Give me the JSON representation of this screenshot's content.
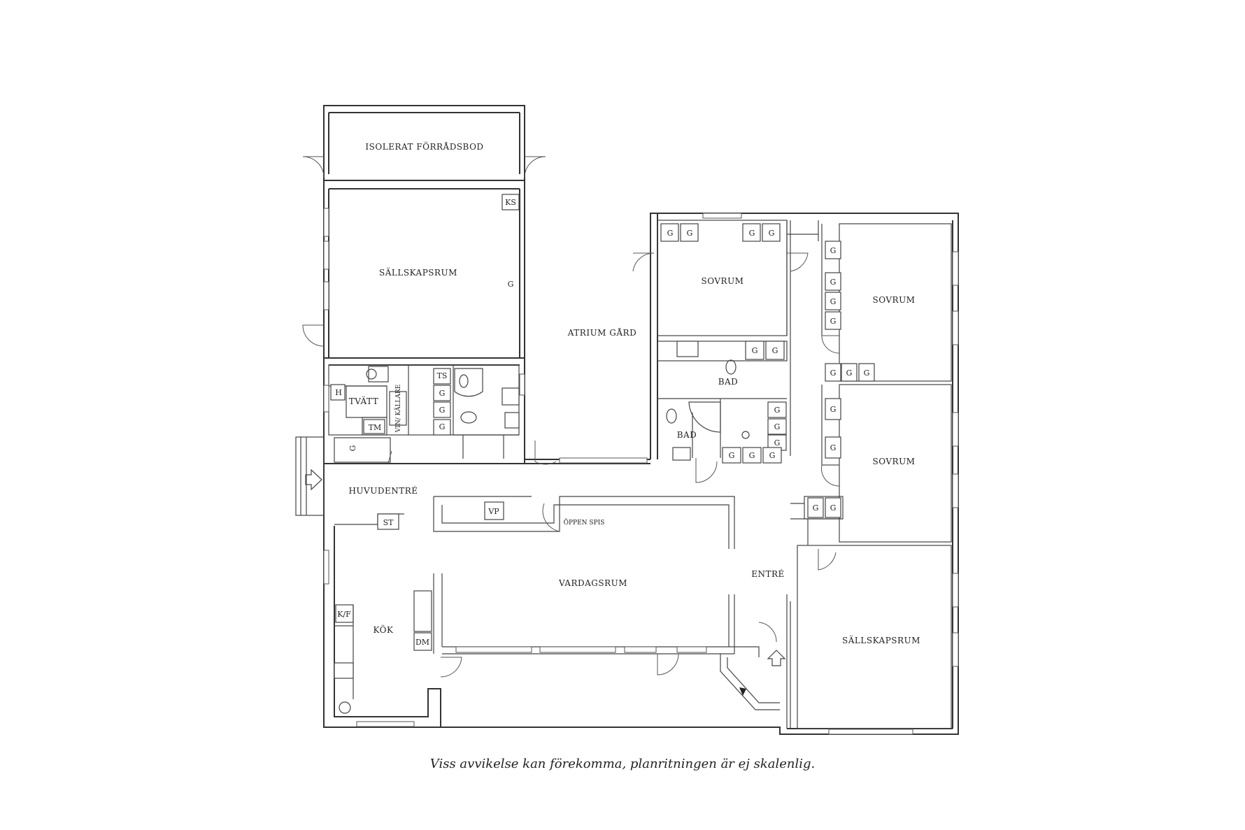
{
  "rooms": {
    "storage": "ISOLERAT FÖRRÅDSBOD",
    "living_room_north": "SÄLLSKAPSRUM",
    "atrium": "ATRIUM GÅRD",
    "bedroom_1": "SOVRUM",
    "bedroom_2": "SOVRUM",
    "bedroom_3": "SOVRUM",
    "bath_1": "BAD",
    "bath_2": "BAD",
    "laundry": "TVÄTT",
    "main_entrance": "HUVUDENTRÉ",
    "fireplace": "ÖPPEN SPIS",
    "living_room_main": "VARDAGSRUM",
    "entrance": "ENTRÉ",
    "kitchen": "KÖK",
    "living_room_south": "SÄLLSKAPSRUM"
  },
  "fixtures": {
    "ks": "KS",
    "g": "G",
    "ts": "TS",
    "h": "H",
    "tm": "TM",
    "wine_cellar": "VIN/ KÄLLARE",
    "vp": "VP",
    "st": "ST",
    "kf": "K/F",
    "dm": "DM"
  },
  "disclaimer": "Viss avvikelse kan förekomma, planritningen är ej skalenlig."
}
